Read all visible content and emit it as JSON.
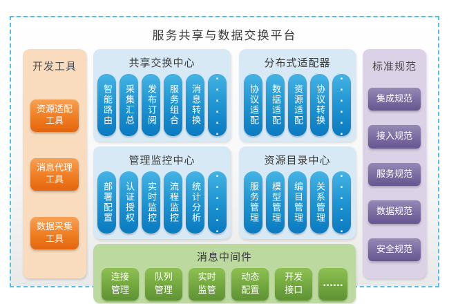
{
  "title": "服务共享与数据交换平台",
  "left_column": {
    "title": "开发工具",
    "items": [
      "资源适配工具",
      "消息代理工具",
      "数据采集工具"
    ]
  },
  "right_column": {
    "title": "标准规范",
    "items": [
      "集成规范",
      "接入规范",
      "服务规范",
      "数据规范",
      "安全规范"
    ]
  },
  "centers": [
    {
      "title": "共享交换中心",
      "items": [
        "智能路由",
        "采集汇总",
        "发布订阅",
        "服务组合",
        "消息转换",
        "......"
      ]
    },
    {
      "title": "分布式适配器",
      "items": [
        "协议适配",
        "数据适配",
        "资源适配",
        "协议转换",
        "......"
      ]
    },
    {
      "title": "管理监控中心",
      "items": [
        "部署配置",
        "认证授权",
        "实时监控",
        "流程监控",
        "统计分析",
        "......"
      ]
    },
    {
      "title": "资源目录中心",
      "items": [
        "服务管理",
        "模型管理",
        "编目管理",
        "关系管理",
        "......"
      ]
    }
  ],
  "middleware": {
    "title": "消息中间件",
    "items": [
      "连接管理",
      "队列管理",
      "实时监管",
      "动态配置",
      "开发接口",
      "......"
    ]
  },
  "colors": {
    "frame_border": "#4FC0E8",
    "orange_panel": "#F9DCBE",
    "orange_item_top": "#F7A155",
    "orange_item_bottom": "#E4650E",
    "blue_panel": "#D7E9F5",
    "blue_item_top": "#45B3E3",
    "blue_item_bottom": "#0B7AC0",
    "green_panel": "#BCD9A0",
    "green_item_top": "#8FC052",
    "green_item_bottom": "#5F9233",
    "purple_panel": "#DCD2E7",
    "purple_item_top": "#958AB6",
    "purple_item_bottom": "#675690",
    "title_text": "#3B3B3B",
    "item_text": "#FFFFFF"
  }
}
